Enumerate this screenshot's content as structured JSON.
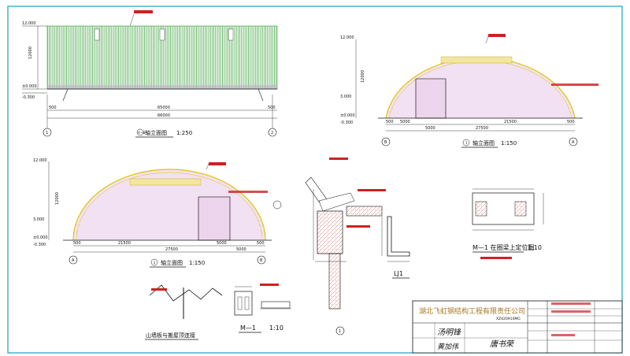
{
  "elev_top": {
    "title_tag": "A－B",
    "title": "轴立面图",
    "scale": "1:250",
    "dims": [
      "500",
      "65000",
      "500",
      "66000"
    ],
    "axes": [
      "1",
      "2"
    ],
    "levels": [
      "12.000",
      "±0.000",
      "-0.300"
    ],
    "height_dim": "12000"
  },
  "elev_right": {
    "title_tag": "1",
    "title": "轴立面图",
    "scale": "1:150",
    "dims": [
      "500",
      "5000",
      "21500",
      "500",
      "5000",
      "27500"
    ],
    "axes": [
      "B",
      "A"
    ],
    "levels": [
      "12.000",
      "3.000",
      "±0.000",
      "-0.300"
    ],
    "height_dim": "12000"
  },
  "elev_left": {
    "title_tag": "2",
    "title": "轴立面图",
    "scale": "1:150",
    "dims": [
      "500",
      "21500",
      "5000",
      "500",
      "5000",
      "27500"
    ],
    "axes": [
      "A",
      "B"
    ],
    "levels": [
      "12.000",
      "3.000",
      "±0.000",
      "-0.300"
    ],
    "height_dim": "12000"
  },
  "detail_gable": {
    "title": "山墙板与搬屋顶连接"
  },
  "detail_m1": {
    "title": "M—1",
    "scale": "1:10"
  },
  "detail_node": {
    "axis": "1"
  },
  "detail_lj1": {
    "title": "LJ1"
  },
  "detail_m1pos": {
    "title": "M—1 在圈梁上定位图",
    "scale": "1:10"
  },
  "title_block": {
    "company": "湖北飞虹钢结构工程有限责任公司",
    "project_code": "XZ420914MG",
    "sign1": "汤明锋",
    "sign2": "黄加伟",
    "sign3": "唐书荣"
  },
  "colors": {
    "roof_green": "#2f9e2f",
    "wall_hatch": "#d49ad4",
    "arch_yellow": "#e0c400",
    "line_dark": "#111111",
    "red_text": "#cc2222",
    "cyan_line": "#33b0d0"
  }
}
